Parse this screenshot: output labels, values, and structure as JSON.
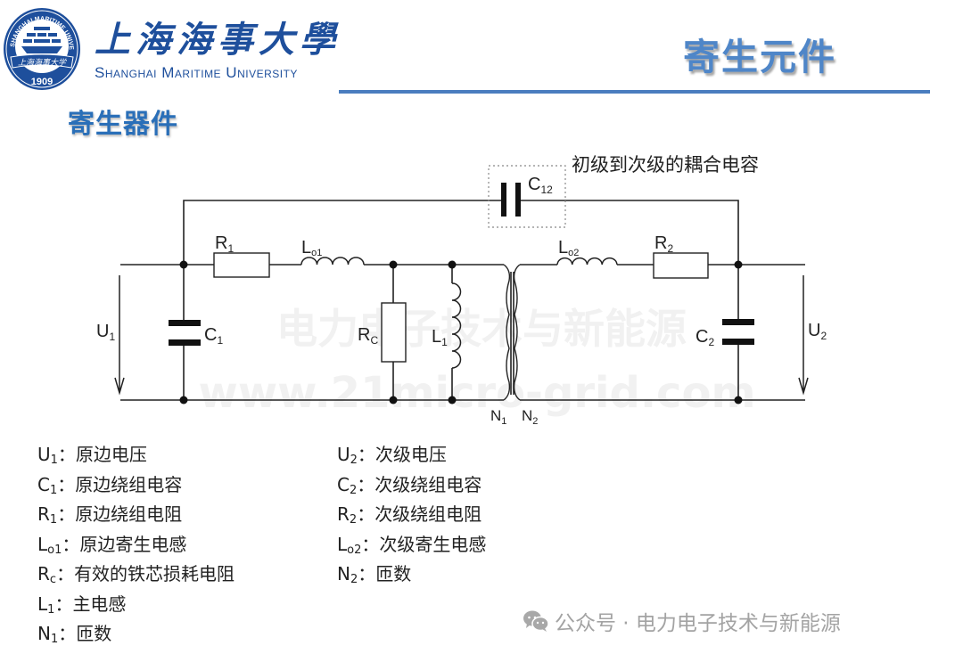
{
  "header": {
    "university_cn": "上海海事大學",
    "university_en": "Shanghai Maritime University",
    "seal_year": "1909",
    "seal_ring_text": "SHANGHAI MARITIME UNIVERSITY",
    "seal_banner": "上海海事大学",
    "title": "寄生元件",
    "accent_color": "#4a7dbf"
  },
  "subtitle": "寄生器件",
  "diagram": {
    "coupling_annotation": "初级到次级的耦合电容",
    "labels": {
      "C12": {
        "main": "C",
        "sub": "12"
      },
      "R1": {
        "main": "R",
        "sub": "1"
      },
      "Lo1": {
        "main": "L",
        "sub": "o1"
      },
      "Lo2": {
        "main": "L",
        "sub": "o2"
      },
      "R2": {
        "main": "R",
        "sub": "2"
      },
      "U1": {
        "main": "U",
        "sub": "1"
      },
      "C1": {
        "main": "C",
        "sub": "1"
      },
      "RC": {
        "main": "R",
        "sub": "C"
      },
      "L1": {
        "main": "L",
        "sub": "1"
      },
      "C2": {
        "main": "C",
        "sub": "2"
      },
      "U2": {
        "main": "U",
        "sub": "2"
      },
      "N1": {
        "main": "N",
        "sub": "1"
      },
      "N2": {
        "main": "N",
        "sub": "2"
      }
    },
    "watermark_line1": "电力电子技术与新能源",
    "watermark_line2": "www.21micro-grid.com"
  },
  "legend_left": [
    {
      "sym": "U",
      "sub": "1",
      "sep": "：",
      "desc": "原边电压"
    },
    {
      "sym": "C",
      "sub": "1",
      "sep": "：",
      "desc": "原边绕组电容"
    },
    {
      "sym": "R",
      "sub": "1",
      "sep": "：",
      "desc": "原边绕组电阻"
    },
    {
      "sym": "L",
      "sub": "o1",
      "sep": "：",
      "desc": "原边寄生电感"
    },
    {
      "sym": "R",
      "sub": "c",
      "sep": "：",
      "desc": "有效的铁芯损耗电阻"
    },
    {
      "sym": "L",
      "sub": "1",
      "sep": "：",
      "desc": "主电感"
    },
    {
      "sym": "N",
      "sub": "1",
      "sep": "：",
      "desc": "匝数"
    }
  ],
  "legend_right": [
    {
      "sym": "U",
      "sub": "2",
      "sep": "：",
      "desc": "次级电压"
    },
    {
      "sym": "C",
      "sub": "2",
      "sep": "：",
      "desc": "次级绕组电容"
    },
    {
      "sym": "R",
      "sub": "2",
      "sep": "：",
      "desc": "次级绕组电阻"
    },
    {
      "sym": "L",
      "sub": "o2",
      "sep": "：",
      "desc": "次级寄生电感"
    },
    {
      "sym": "N",
      "sub": "2",
      "sep": "：",
      "desc": "匝数"
    }
  ],
  "footer": {
    "icon": "wechat-icon",
    "text": "公众号 · 电力电子技术与新能源"
  }
}
